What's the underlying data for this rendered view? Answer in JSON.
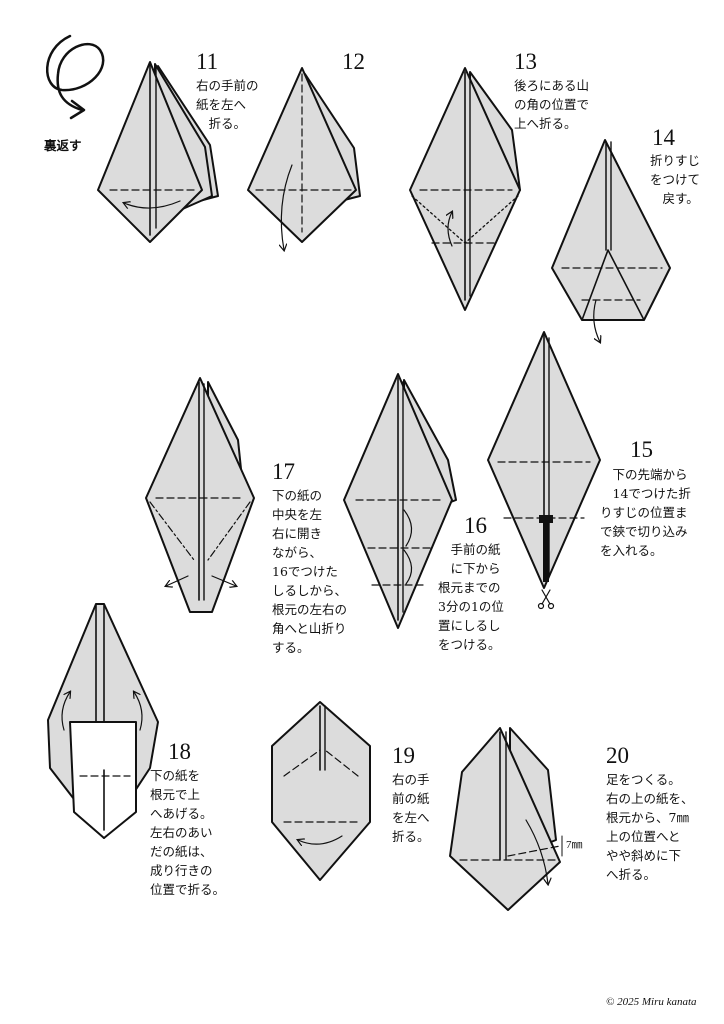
{
  "flip_label": "裏返す",
  "steps": {
    "s11": {
      "num": "11",
      "text": "右の手前の\n紙を左へ\n　折る。"
    },
    "s12": {
      "num": "12"
    },
    "s13": {
      "num": "13",
      "text": "後ろにある山\nの角の位置で\n上へ折る。"
    },
    "s14": {
      "num": "14",
      "text": "折りすじ\nをつけて\n　戻す。"
    },
    "s15": {
      "num": "15",
      "text": "　下の先端から\n　14でつけた折\nりすじの位置ま\nで鋏で切り込み\nを入れる。"
    },
    "s16": {
      "num": "16",
      "text": "　手前の紙\n　に下から\n根元までの\n3分の1の位\n置にしるし\nをつける。"
    },
    "s17": {
      "num": "17",
      "text": "下の紙の\n中央を左\n右に開き\nながら、\n16でつけた\nしるしから、\n根元の左右の\n角へと山折り\nする。"
    },
    "s18": {
      "num": "18",
      "text": "下の紙を\n根元で上\nへあげる。\n左右のあい\nだの紙は、\n成り行きの\n位置で折る。"
    },
    "s19": {
      "num": "19",
      "text": "右の手\n前の紙\nを左へ\n折る。"
    },
    "s20": {
      "num": "20",
      "text": "足をつくる。\n右の上の紙を、\n根元から、7㎜\n上の位置へと\nやや斜めに下\nへ折る。"
    }
  },
  "measure_label": "7㎜",
  "copyright": "© 2025 Miru kanata",
  "colors": {
    "paper": "#dcdcdc",
    "line": "#111111",
    "background": "#ffffff"
  },
  "icons": [
    "flip-over-arrow-icon",
    "scissors-icon",
    "fold-arrow-icon"
  ]
}
